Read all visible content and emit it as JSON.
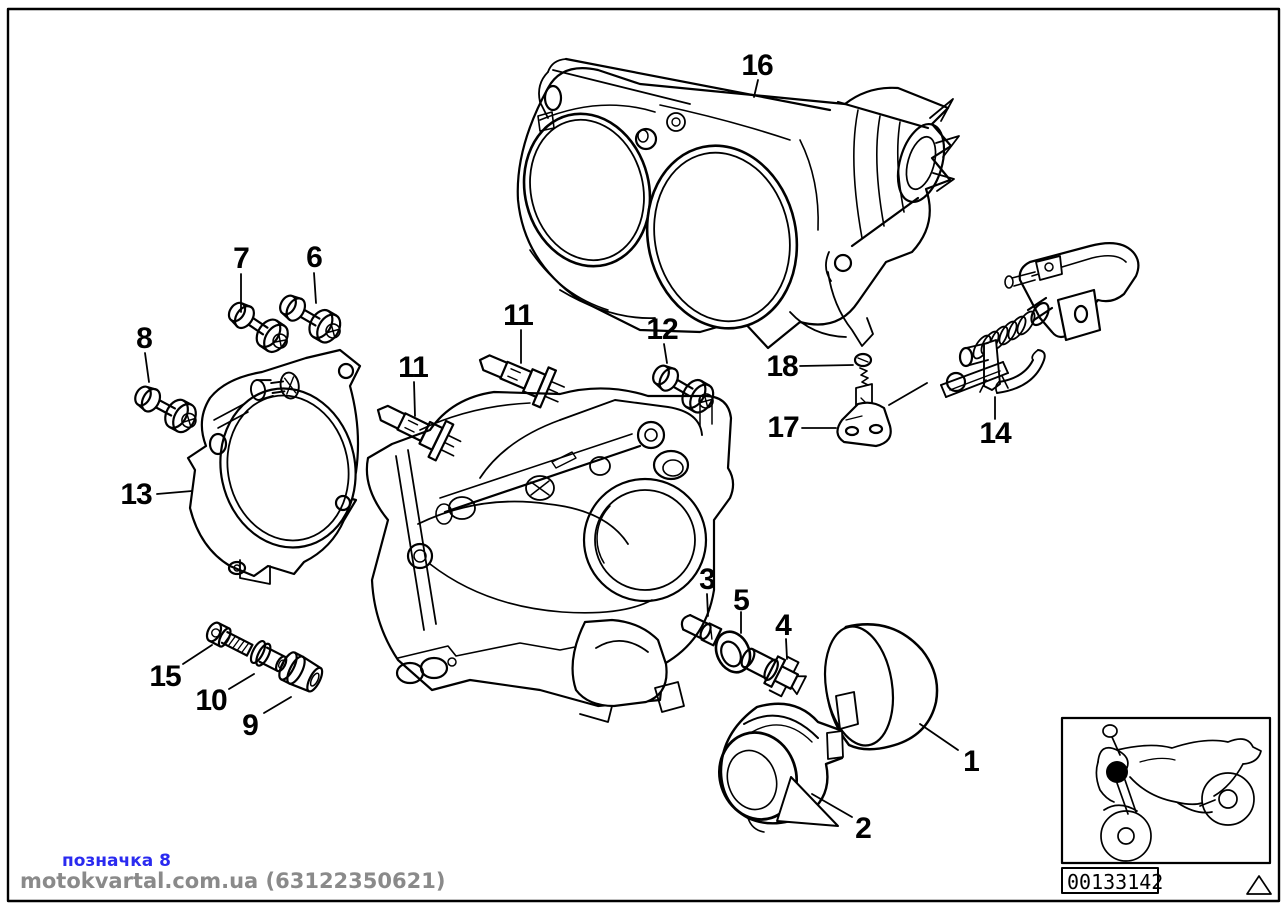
{
  "diagram": {
    "title": "Headlight exploded parts diagram",
    "callouts": [
      {
        "part": "16",
        "label": "16"
      },
      {
        "part": "7",
        "label": "7"
      },
      {
        "part": "6",
        "label": "6"
      },
      {
        "part": "8",
        "label": "8"
      },
      {
        "part": "11-left",
        "label": "11"
      },
      {
        "part": "11-middle",
        "label": "11"
      },
      {
        "part": "12",
        "label": "12"
      },
      {
        "part": "18",
        "label": "18"
      },
      {
        "part": "17",
        "label": "17"
      },
      {
        "part": "14",
        "label": "14"
      },
      {
        "part": "13",
        "label": "13"
      },
      {
        "part": "15",
        "label": "15"
      },
      {
        "part": "10",
        "label": "10"
      },
      {
        "part": "9",
        "label": "9"
      },
      {
        "part": "3",
        "label": "3"
      },
      {
        "part": "5",
        "label": "5"
      },
      {
        "part": "4",
        "label": "4"
      },
      {
        "part": "1",
        "label": "1"
      },
      {
        "part": "2",
        "label": "2"
      }
    ]
  },
  "watermark": {
    "tag_link": "позначка 8",
    "site_credit": "motokvartal.com.ua (63122350621)"
  },
  "thumbnail": {
    "code": "00133142"
  },
  "icons": [
    {
      "name": "motorcycle-locator-icon",
      "shape": "line-drawn sportbike with filled dot on headlight"
    },
    {
      "name": "print-triangle-icon",
      "shape": "outline triangle"
    }
  ],
  "colors": {
    "line": "#000000",
    "background": "#ffffff",
    "link_blue": "#2a2af0",
    "credit_gray": "#8a8a8a"
  }
}
